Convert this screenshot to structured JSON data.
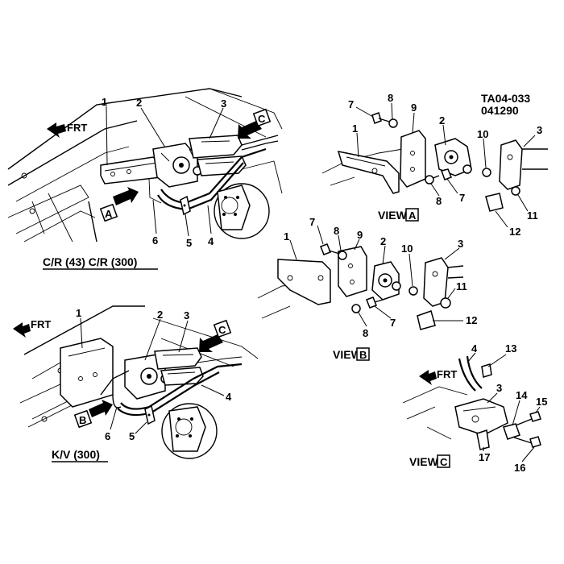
{
  "figure_code": "TA04-033",
  "figure_date": "041290",
  "frt_label": "FRT",
  "views": {
    "upper_left": {
      "caption": "C/R (43) C/R (300)",
      "arrow_a": "A",
      "arrow_c": "C"
    },
    "lower_left": {
      "caption": "K/V (300)",
      "arrow_b": "B",
      "arrow_c": "C"
    },
    "view_a": {
      "word": "VIEW",
      "letter": "A"
    },
    "view_b": {
      "word": "VIEW",
      "letter": "B"
    },
    "view_c": {
      "word": "VIEW",
      "letter": "C"
    }
  },
  "callouts": {
    "ul": [
      "1",
      "2",
      "3",
      "4",
      "5",
      "6"
    ],
    "ll": [
      "1",
      "2",
      "3",
      "4",
      "5",
      "6"
    ],
    "va": [
      "1",
      "2",
      "3",
      "7",
      "8",
      "9",
      "10",
      "7",
      "8",
      "11",
      "12"
    ],
    "vb": [
      "1",
      "2",
      "3",
      "7",
      "8",
      "9",
      "10",
      "8",
      "7",
      "11",
      "12"
    ],
    "vc": [
      "4",
      "13",
      "3",
      "14",
      "15",
      "17",
      "16"
    ]
  }
}
